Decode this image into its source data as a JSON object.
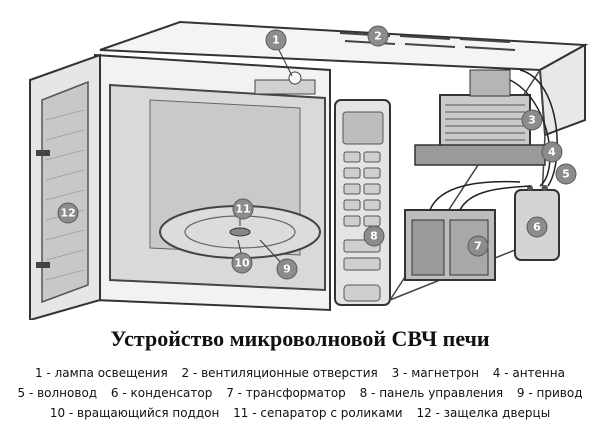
{
  "title": "Устройство микроволновой СВЧ печи",
  "callouts": [
    "1",
    "2",
    "3",
    "4",
    "5",
    "6",
    "7",
    "8",
    "9",
    "10",
    "11",
    "12"
  ],
  "legend": {
    "row1": [
      "1 - лампа освещения",
      "2 - вентиляционные отверстия",
      "3 - магнетрон",
      "4 - антенна"
    ],
    "row2": [
      "5 - волновод",
      "6 - конденсатор",
      "7 - трансформатор",
      "8 - панель управления",
      "9 - привод"
    ],
    "row3": [
      "10 - вращающийся поддон",
      "11 - сепаратор с роликами",
      "12 - защелка дверцы"
    ]
  }
}
